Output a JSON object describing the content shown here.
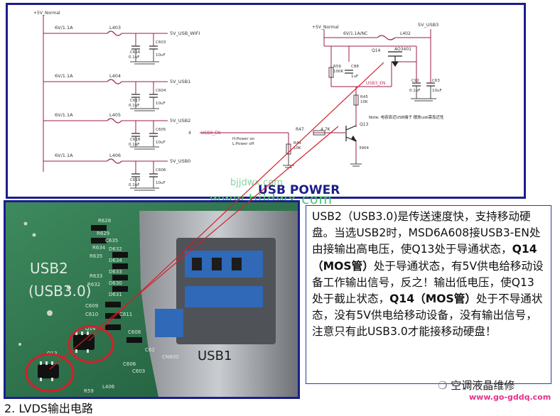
{
  "schematic": {
    "title": "USB POWER",
    "net_5v_normal_left": "+5V_Normal",
    "net_5v_normal_right": "+5V_Normal",
    "net_5v_usb3": "5V_USB3",
    "fuses": [
      "6V/1.1A",
      "6V/1.1A",
      "6V/1.1A",
      "6V/1.1A"
    ],
    "inductors": [
      "L403",
      "L404",
      "L405",
      "L406"
    ],
    "outputs": [
      "5V_USB_WIFI",
      "5V_USB1",
      "5V_USB2",
      "5V_USB0"
    ],
    "caps_a": [
      {
        "ref": "C616",
        "val": "0.1uF"
      },
      {
        "ref": "C617",
        "val": "0.1uF"
      },
      {
        "ref": "C618",
        "val": "0.1uF"
      },
      {
        "ref": "C619",
        "val": "0.1uF"
      }
    ],
    "caps_b": [
      {
        "ref": "C603",
        "val": "10uF"
      },
      {
        "ref": "C604",
        "val": "10uF"
      },
      {
        "ref": "C605",
        "val": "10uF"
      },
      {
        "ref": "C606",
        "val": "10uF"
      }
    ],
    "right_fuse": "6V/1.1A/NC",
    "l402": "L402",
    "q14": "Q14",
    "ao3401": "AO3401",
    "r59": "R59",
    "r59_val": "100K",
    "c88": "C88",
    "c88_val": "1uF",
    "c92": "C92",
    "c92_val": "0.1uF",
    "c63": "C63",
    "c63_val": "10uF",
    "r45": "R45",
    "r45_val": "10K",
    "r47": "R47",
    "r47_val": "4.7K",
    "r44": "R44",
    "r44_val": "10K",
    "q13": "Q13",
    "q13_type": "3904",
    "usb3_en": "USB3_EN",
    "usb3_en_dup": "USB3_EN",
    "pin_num": "4",
    "h_power_on": "H:Power on",
    "l_power_off": "L:Power off",
    "note": "Note: 电容靠近USB端子 摆放usb需靠近性"
  },
  "watermark": {
    "main": "www.bjjdwx.com",
    "secondary": "bjjdwx.com"
  },
  "pcb": {
    "usb2_label": "USB2",
    "usb3_label": "(USB3.0)",
    "usb1_label": "USB1",
    "refs": [
      "R628",
      "R629",
      "C635",
      "R634",
      "R635",
      "D632",
      "D634",
      "D633",
      "R633",
      "R632",
      "D630",
      "D631",
      "C609",
      "C610",
      "C611",
      "Q14",
      "Q13",
      "C608",
      "C606",
      "C603",
      "R59",
      "L406",
      "CN600",
      "C62"
    ]
  },
  "explanation": {
    "p1": "USB2（USB3.0)是传送速度快，支持移动硬盘。当选USB2时，MSD6A608接USB3-EN处由接输出高电压，使Q13处于导通状态，",
    "b1": "Q14（MOS管）",
    "p2": "处于导通状态，有5V供电给移动设备工作输出信号，反之！输出低电压，使Q13处于截止状态，",
    "b2": "Q14（MOS管）",
    "p3": "处于不导通状态，没有5V供电给移动设备，没有输出信号，注意只有此USB3.0才能接移动硬盘！"
  },
  "footer": {
    "brand": "空调液晶维修",
    "url": "www.go-gddq.com",
    "cut_text": "2. LVDS输出电路"
  },
  "colors": {
    "frame": "#1c1e8c",
    "wire": "#9b1c4a",
    "pcb": "#2d6e4a",
    "highlight_circle": "#d4202a",
    "watermark": "#46c46a"
  }
}
